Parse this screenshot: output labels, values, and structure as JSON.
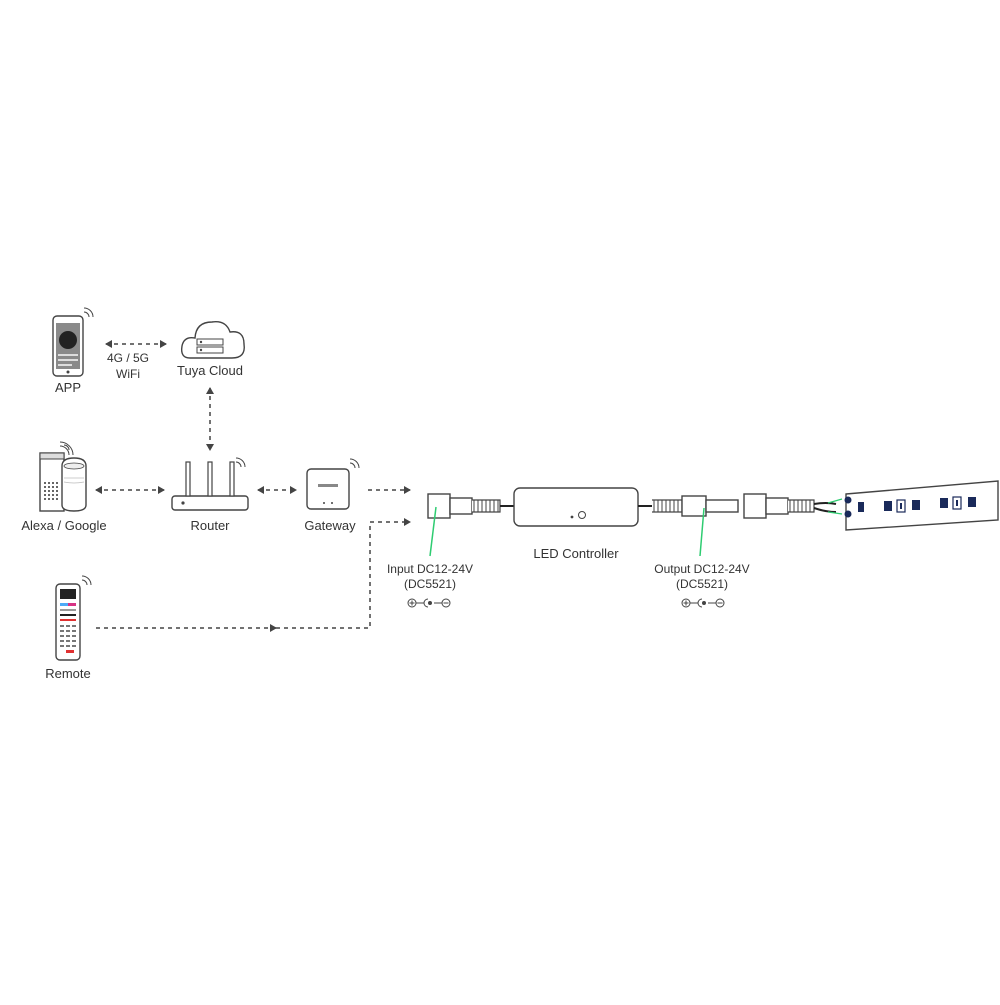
{
  "labels": {
    "app": "APP",
    "network": "4G / 5G",
    "wifi": "WiFi",
    "cloud": "Tuya Cloud",
    "alexa": "Alexa / Google",
    "router": "Router",
    "gateway": "Gateway",
    "remote": "Remote",
    "controller": "LED Controller",
    "input_line1": "Input DC12-24V",
    "input_line2": "(DC5521)",
    "output_line1": "Output DC12-24V",
    "output_line2": "(DC5521)"
  },
  "colors": {
    "stroke": "#444444",
    "dashed": "#444444",
    "pointer": "#2ecc71",
    "led_chip": "#1a2a5a",
    "cable": "#222222"
  },
  "icons": {
    "app": "smartphone-icon",
    "cloud": "cloud-server-icon",
    "alexa": "smart-speaker-icon",
    "router": "router-icon",
    "gateway": "gateway-hub-icon",
    "remote": "remote-control-icon",
    "controller": "led-controller-icon",
    "strip": "led-strip-icon",
    "polarity": "polarity-symbol-icon"
  }
}
